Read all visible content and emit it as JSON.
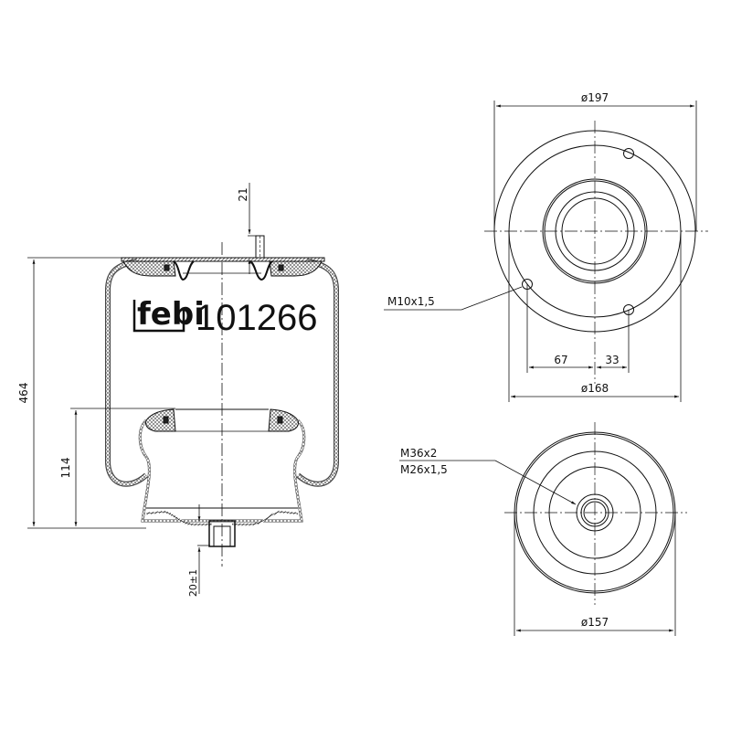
{
  "brand": {
    "logo": "febi",
    "part_number": "101266"
  },
  "side_view": {
    "dimensions": {
      "overall_height": "464",
      "piston_height": "114",
      "top_stud": "21",
      "bottom_stud": "20±1"
    }
  },
  "top_view": {
    "outer_diameter": "ø197",
    "bolt_circle_diameter": "ø168",
    "offset_left": "67",
    "offset_right": "33",
    "thread_label": "M10x1,5"
  },
  "bottom_view": {
    "outer_diameter": "ø157",
    "thread_label_1": "M36x2",
    "thread_label_2": "M26x1,5"
  },
  "colors": {
    "line": "#111111",
    "background": "#ffffff",
    "hatch": "#555555"
  }
}
